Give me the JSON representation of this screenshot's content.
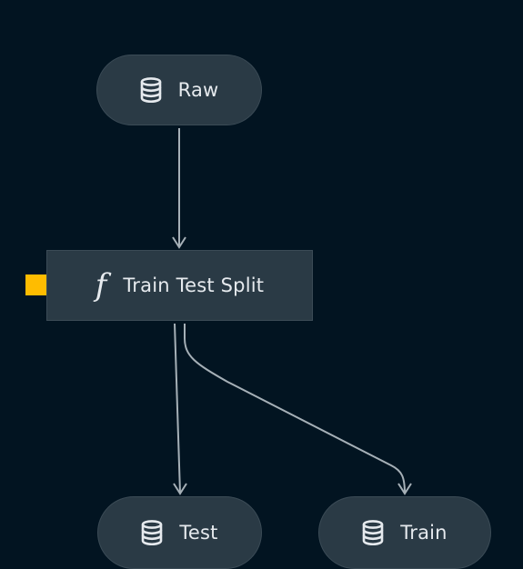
{
  "nodes": {
    "raw": {
      "label": "Raw",
      "icon": "database-icon"
    },
    "split": {
      "label": "Train Test Split",
      "icon": "function-icon",
      "icon_glyph": "f"
    },
    "test": {
      "label": "Test",
      "icon": "database-icon"
    },
    "train": {
      "label": "Train",
      "icon": "database-icon"
    }
  },
  "colors": {
    "background": "#021421",
    "node_fill": "#2a3a45",
    "node_border": "#3b4b56",
    "edge": "#a6b0b7",
    "text": "#e6eaee",
    "marker": "#ffbc00"
  },
  "edges": [
    {
      "from": "raw",
      "to": "split"
    },
    {
      "from": "split",
      "to": "test"
    },
    {
      "from": "split",
      "to": "train"
    }
  ]
}
